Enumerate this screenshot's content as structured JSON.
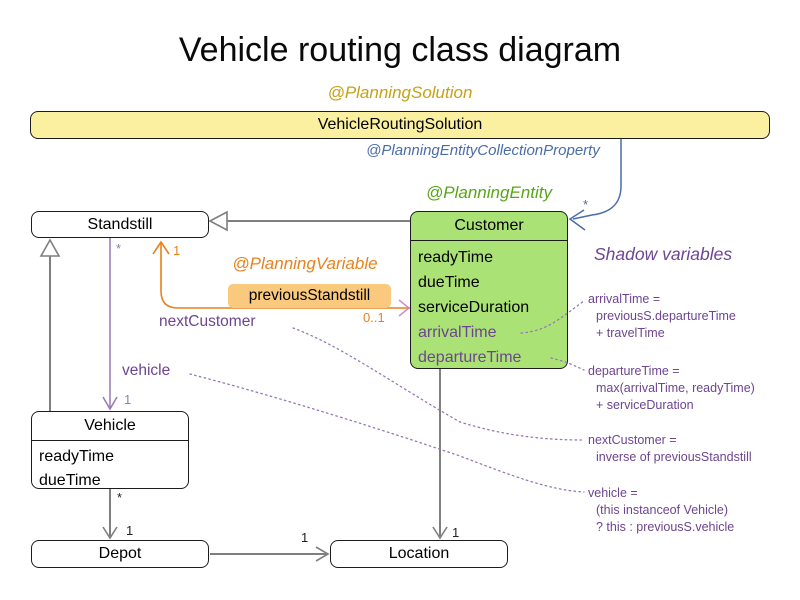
{
  "title": "Vehicle routing class diagram",
  "annotations": {
    "planning_solution": "@PlanningSolution",
    "planning_entity_collection_property": "@PlanningEntityCollectionProperty",
    "planning_entity": "@PlanningEntity",
    "planning_variable": "@PlanningVariable",
    "shadow_variables_heading": "Shadow variables"
  },
  "classes": {
    "solution": {
      "name": "VehicleRoutingSolution"
    },
    "standstill": {
      "name": "Standstill"
    },
    "customer": {
      "name": "Customer",
      "fields": [
        "readyTime",
        "dueTime",
        "serviceDuration"
      ],
      "shadow_fields": [
        "arrivalTime",
        "departureTime"
      ]
    },
    "vehicle": {
      "name": "Vehicle",
      "fields": [
        "readyTime",
        "dueTime"
      ]
    },
    "depot": {
      "name": "Depot"
    },
    "location": {
      "name": "Location"
    }
  },
  "relations": {
    "previous_standstill": {
      "label": "previousStandstill",
      "standstill_multiplicity": "1",
      "customer_multiplicity": "0..1"
    },
    "next_customer": {
      "label": "nextCustomer"
    },
    "vehicle": {
      "label": "vehicle",
      "standstill_multiplicity": "*",
      "vehicle_multiplicity": "1"
    },
    "solution_customers": {
      "multiplicity": "*"
    },
    "vehicle_depot": {
      "vehicle_multiplicity": "*",
      "depot_multiplicity": "1"
    },
    "depot_location": {
      "location_multiplicity": "1"
    },
    "customer_location": {
      "location_multiplicity": "1"
    }
  },
  "shadow_notes": {
    "arrival_time": {
      "lines": [
        "arrivalTime =",
        "previousS.departureTime",
        "+ travelTime"
      ]
    },
    "departure_time": {
      "lines": [
        "departureTime =",
        "max(arrivalTime, readyTime)",
        "+ serviceDuration"
      ]
    },
    "next_customer": {
      "lines": [
        "nextCustomer =",
        "inverse of previousStandstill"
      ]
    },
    "vehicle": {
      "lines": [
        "vehicle =",
        "(this instanceof Vehicle)",
        "? this : previousS.vehicle"
      ]
    }
  },
  "colors": {
    "solution_fill": "#fbf0a0",
    "entity_fill": "#abe276",
    "highlight_fill": "#f9c97d",
    "gold_text": "#c6a116",
    "blue_text": "#4a6da8",
    "green_text": "#58a618",
    "orange_accent": "#e8821e",
    "purple_text": "#6d4590",
    "purple_line": "#9678b4",
    "pink_arrow": "#cf8cc6",
    "gray_line": "#7f7f7f"
  }
}
